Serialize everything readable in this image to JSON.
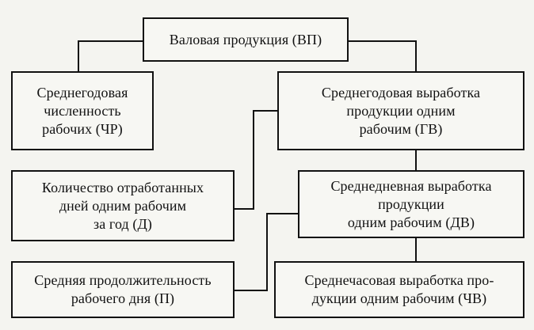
{
  "diagram": {
    "top": {
      "lines": [
        "Валовая продукция (ВП)"
      ]
    },
    "workers": {
      "lines": [
        "Среднегодовая",
        "численность",
        "рабочих (ЧР)"
      ]
    },
    "annual_output": {
      "lines": [
        "Среднегодовая выработка",
        "продукции одним",
        "рабочим (ГВ)"
      ]
    },
    "days_worked": {
      "lines": [
        "Количество отработанных",
        "дней одним рабочим",
        "за год (Д)"
      ]
    },
    "daily_output": {
      "lines": [
        "Среднедневная выработка",
        "продукции",
        "одним рабочим (ДВ)"
      ]
    },
    "workday_length": {
      "lines": [
        "Средняя продолжительность",
        "рабочего дня (П)"
      ]
    },
    "hourly_output": {
      "lines": [
        "Среднечасовая выработка про-",
        "дукции одним рабочим (ЧВ)"
      ]
    }
  }
}
